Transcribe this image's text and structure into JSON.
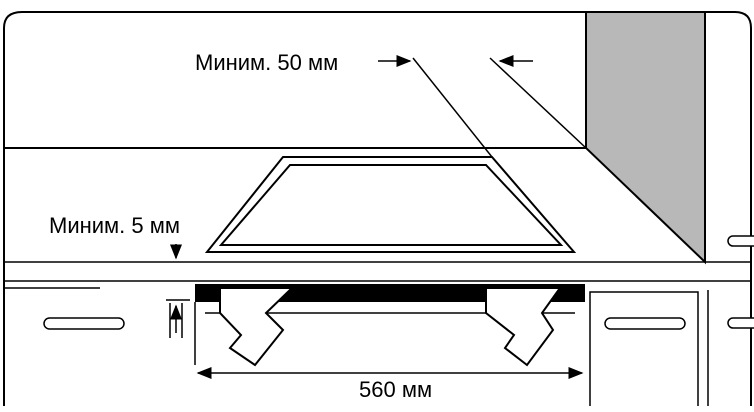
{
  "labels": {
    "min_50": "Миним. 50 мм",
    "min_5": "Миним. 5 мм",
    "width_560": "560 мм"
  },
  "colors": {
    "line": "#000000",
    "panel_gray": "#b8b8b8",
    "background": "#ffffff"
  }
}
